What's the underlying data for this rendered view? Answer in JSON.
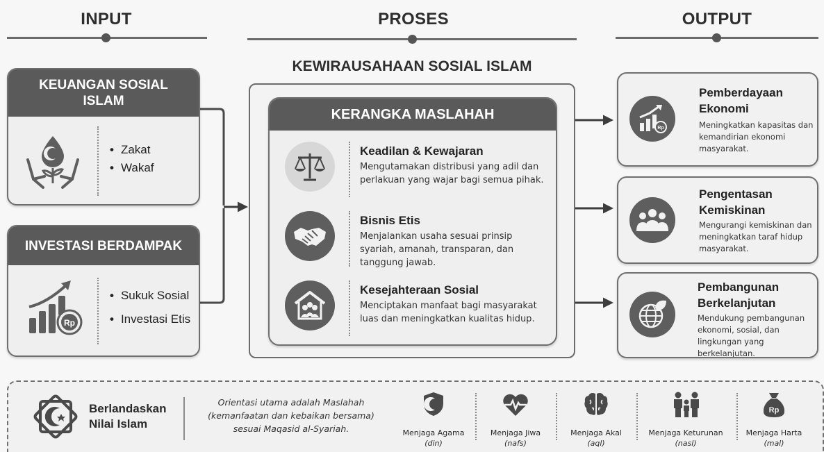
{
  "columns": {
    "input": "INPUT",
    "process": "PROSES",
    "output": "OUTPUT"
  },
  "input": {
    "social_finance": {
      "title": "KEUANGAN SOSIAL ISLAM",
      "items": [
        "Zakat",
        "Wakaf"
      ]
    },
    "impact_investment": {
      "title": "INVESTASI BERDAMPAK",
      "items": [
        "Sukuk Sosial",
        "Investasi Etis"
      ]
    }
  },
  "process": {
    "title": "KEWIRAUSAHAAN SOSIAL ISLAM",
    "framework_title": "KERANGKA MASLAHAH",
    "items": [
      {
        "title": "Keadilan & Kewajaran",
        "text": "Mengutamakan distribusi yang adil dan perlakuan yang wajar bagi semua pihak.",
        "icon": "scales-icon"
      },
      {
        "title": "Bisnis Etis",
        "text": "Menjalankan usaha sesuai prinsip syariah, amanah, transparan, dan tanggung jawab.",
        "icon": "handshake-icon"
      },
      {
        "title": "Kesejahteraan Sosial",
        "text": "Menciptakan manfaat bagi masyarakat luas dan meningkatkan kualitas hidup.",
        "icon": "community-house-icon"
      }
    ]
  },
  "output": [
    {
      "title": "Pemberdayaan Ekonomi",
      "text": "Meningkatkan kapasitas dan kemandirian ekonomi masyarakat.",
      "icon": "growth-chart-icon"
    },
    {
      "title": "Pengentasan Kemiskinan",
      "text": "Mengurangi kemiskinan dan meningkatkan taraf hidup masyarakat.",
      "icon": "people-icon"
    },
    {
      "title": "Pembangunan Berkelanjutan",
      "text": "Mendukung pembangunan ekonomi, sosial, dan lingkungan yang berkelanjutan.",
      "icon": "globe-leaf-icon"
    }
  ],
  "footer": {
    "foundation": "Berlandaskan Nilai Islam",
    "orientation_line1": "Orientasi utama adalah Maslahah",
    "orientation_line2": "(kemanfaatan dan kebaikan bersama)",
    "orientation_line3": "sesuai Maqasid al-Syariah.",
    "maqasid": [
      {
        "label": "Menjaga Agama",
        "term": "(din)",
        "icon": "crescent-shield-icon"
      },
      {
        "label": "Menjaga Jiwa",
        "term": "(nafs)",
        "icon": "heartbeat-icon"
      },
      {
        "label": "Menjaga Akal",
        "term": "(aql)",
        "icon": "brain-icon"
      },
      {
        "label": "Menjaga Keturunan",
        "term": "(nasl)",
        "icon": "family-icon"
      },
      {
        "label": "Menjaga Harta",
        "term": "(mal)",
        "icon": "money-bag-icon"
      }
    ]
  },
  "colors": {
    "header_fill": "#5a5a5a",
    "card_fill": "#efefef",
    "icon_fill": "#5e5e5e",
    "background": "#f7f7f7"
  }
}
